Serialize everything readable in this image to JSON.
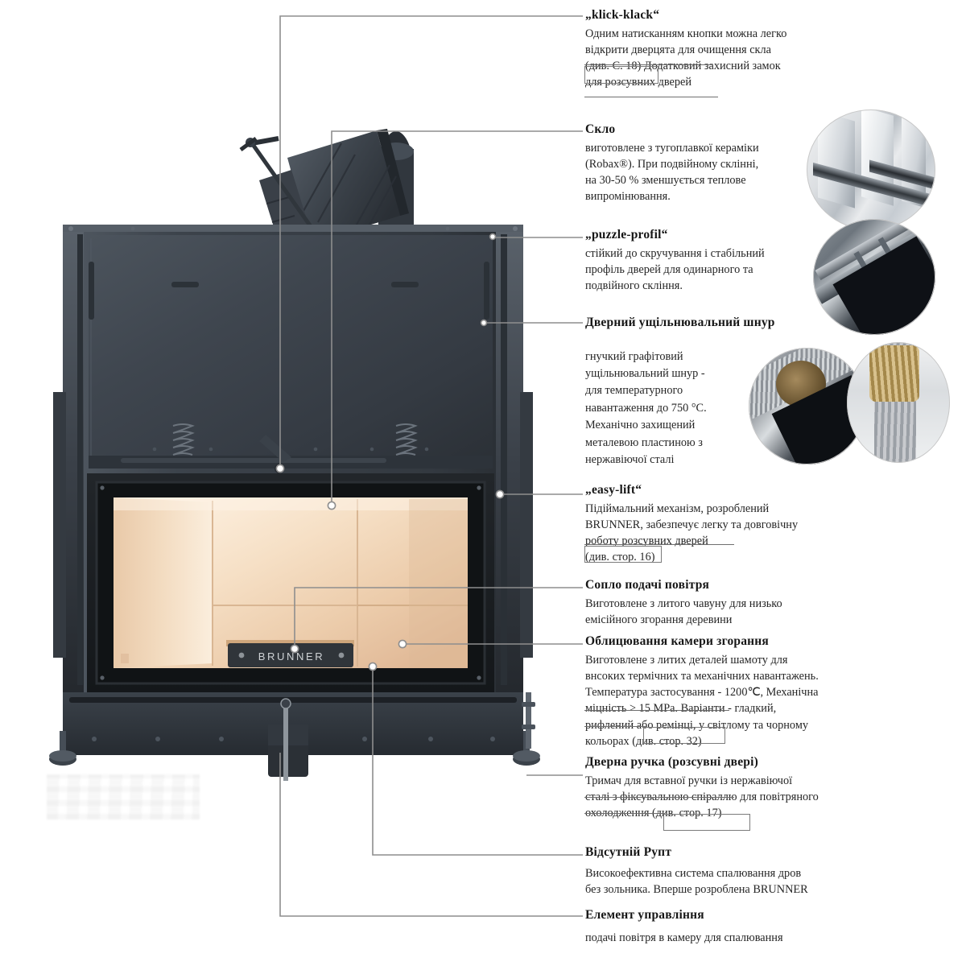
{
  "document": {
    "type": "product-feature-diagram",
    "brand": "BRUNNER",
    "language": "uk",
    "nameplate_label": "BRUNNER"
  },
  "palette": {
    "leader_line": "#8e8e8e",
    "body_steel_dark": "#2f343a",
    "body_steel_mid": "#3c434b",
    "body_steel_light": "#4a525b",
    "firebox_chamotte_light": "#f6e3cd",
    "firebox_chamotte_mid": "#ecd2b5",
    "firebox_chamotte_warm": "#e3c2a1",
    "text": "#1d1d1d",
    "background": "#ffffff"
  },
  "annotations": [
    {
      "id": "klick-klack",
      "title": "„klick-klack“",
      "body": "Одним натисканням кнопки можна легко\nвідкрити дверцята для очищення скла\n(див. С. 18) Додатковий захисний замок\nдля розсувних дверей",
      "reference": "(див. С. 18)"
    },
    {
      "id": "sklo",
      "title": "Скло",
      "body": "виготовлене з тугоплавкої кераміки\n(Robax®). При подвійному склінні,\nна 30-50 % зменшується теплове\nвипромінювання.",
      "reference": ""
    },
    {
      "id": "puzzle-profil",
      "title": "„puzzle-profil“",
      "body": "стійкий до скручування і стабільний\nпрофіль дверей для одинарного та\nподвійного скління.",
      "reference": ""
    },
    {
      "id": "door-seal-cord",
      "title": "Дверний ущільнювальний шнур",
      "body": "гнучкий графітовий\nущільнювальний шнур -\nдля температурного\nнавантаження до 750 °С.\nМеханічно захищений\nметалевою пластиною з\nнержавіючої сталі",
      "reference": ""
    },
    {
      "id": "easy-lift",
      "title": "„easy-lift“",
      "body": "Підіймальний механізм, розроблений\nBRUNNER, забезпечує легку та довговічну\nроботу розсувних дверей\n(див. стор. 16)",
      "reference": "(див. стор. 16)"
    },
    {
      "id": "air-nozzle",
      "title": "Сопло подачі повітря",
      "body": "Виготовлене з литого чавуну для низько\nемісійного згорання деревини",
      "reference": ""
    },
    {
      "id": "combustion-chamber-lining",
      "title": "Облицювання камери згорання",
      "body": "Виготовлене з литих деталей шамоту для\nвнсоких термічних та механічних навантажень.\nТемпература застосування - 1200℃, Механічна\nміцність > 15 MPa. Варіанти - гладкий,\nрифлений або ремінці, у світлому та чорному\nкольорах (див. стор. 32)",
      "reference": "(див. стор. 32)"
    },
    {
      "id": "door-handle",
      "title": "Дверна ручка (розсувні двері)",
      "body": "Тримач для вставної ручки із нержавіючої\nсталі з фіксувальною спіраллю для повітряного\nохолодження (див. стор. 17)",
      "reference": "(див. стор. 17)"
    },
    {
      "id": "no-grate",
      "title": "Відсутній Рупт",
      "body": "Високоефективна система спалювання дров\nбез зольника. Вперше розроблена BRUNNER",
      "reference": ""
    },
    {
      "id": "control-element",
      "title": "Елемент управління",
      "body": "подачі повітря в камеру для спалювання",
      "reference": ""
    }
  ],
  "photos": [
    {
      "id": "glass-panes",
      "caption_for": "sklo"
    },
    {
      "id": "puzzle-profile-closeup",
      "caption_for": "puzzle-profil"
    },
    {
      "id": "seal-cord-in-profile",
      "caption_for": "door-seal-cord"
    },
    {
      "id": "seal-cord-braid",
      "caption_for": "door-seal-cord"
    }
  ]
}
